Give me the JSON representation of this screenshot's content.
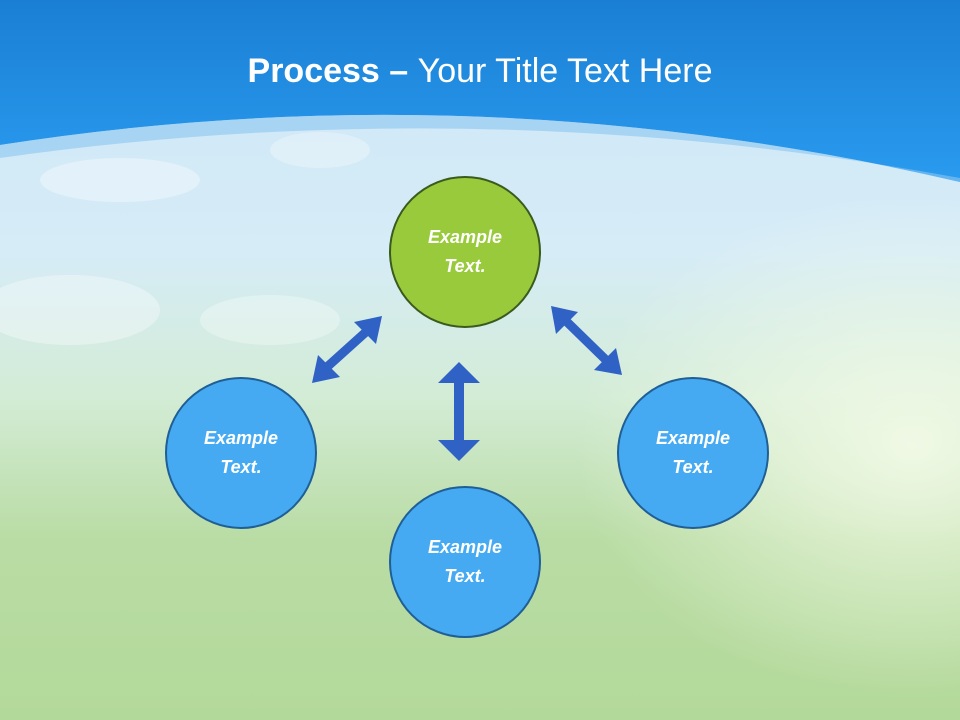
{
  "title": {
    "bold": "Process",
    "dash": " – ",
    "rest": "Your Title Text Here"
  },
  "colors": {
    "header_blue": "#1f8fe0",
    "node_green": "#99ca3c",
    "node_blue": "#45aaf2",
    "arrow_blue": "#2f62c4"
  },
  "nodes": {
    "top": {
      "line1": "Example",
      "line2": "Text."
    },
    "left": {
      "line1": "Example",
      "line2": "Text."
    },
    "bottom": {
      "line1": "Example",
      "line2": "Text."
    },
    "right": {
      "line1": "Example",
      "line2": "Text."
    }
  }
}
